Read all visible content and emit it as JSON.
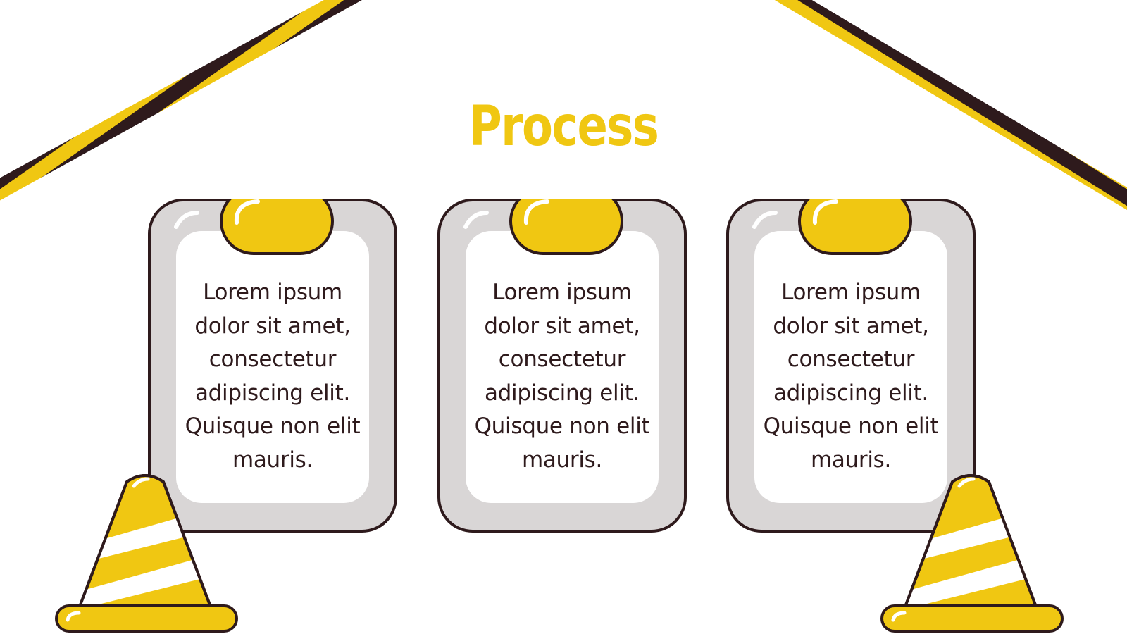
{
  "slide": {
    "title": "Process"
  },
  "cards": [
    {
      "text": "Lorem ipsum dolor sit amet, consectetur adipiscing elit. Quisque non elit mauris."
    },
    {
      "text": "Lorem ipsum dolor sit amet, consectetur adipiscing elit. Quisque non elit mauris."
    },
    {
      "text": "Lorem ipsum dolor sit amet, consectetur adipiscing elit. Quisque non elit mauris."
    }
  ],
  "colors": {
    "accent_yellow": "#f0c712",
    "outline_dark": "#2e1a1c",
    "card_gray": "#d9d6d6",
    "card_inner": "#ffffff",
    "background": "#ffffff"
  },
  "decorations": [
    "caution-tape",
    "caution-tape",
    "traffic-cone",
    "traffic-cone",
    "clipboard-clip"
  ]
}
